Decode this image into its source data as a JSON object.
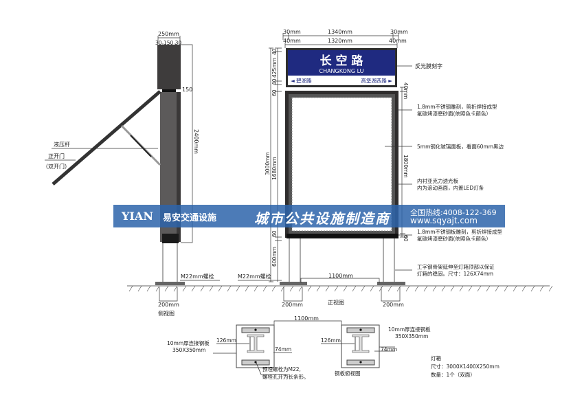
{
  "side_view": {
    "width_total": "250mm",
    "width_parts": "30 150 30",
    "gap": "150",
    "height": "2400mm",
    "hydraulic_rod": "液压杆",
    "door_type": "正开门",
    "door_type_note": "（双开门）",
    "bolt": "M22mm螺栓",
    "base_width": "200mm",
    "caption": "侧视图"
  },
  "front_view": {
    "top_dims": [
      "30mm",
      "1340mm",
      "30mm"
    ],
    "top_dims2": [
      "40mm",
      "1320mm",
      "40mm"
    ],
    "sign": {
      "title": "长 空 路",
      "subtitle": "CHANGKONG LU",
      "left_dir": "◄ 碧湖路",
      "right_dir": "高堡湖西路 ►",
      "color": "#1f2a80"
    },
    "left_dims": [
      "40",
      "425mm",
      "40",
      "60",
      "1680mm",
      "60",
      "600mm",
      "3000mm"
    ],
    "right_dims": [
      "40mm",
      "1800mm",
      "60"
    ],
    "bolt": "M22mm螺栓",
    "span": "1100mm",
    "base_left": "200mm",
    "base_right": "200mm",
    "caption": "正视图"
  },
  "annotations": [
    [
      "反光膜刻字"
    ],
    [
      "1.8mm不锈钢雕刻，剪折焊接成型",
      "氟碳烤漆磨砂面(依照色卡颜色）"
    ],
    [
      "5mm钢化玻璃面板，看面60mm黑边"
    ],
    [
      "内衬亚克力透光板",
      "内为滚动画面，内置LED灯条"
    ],
    [
      "1.8mm不锈钢板雕刻，剪折焊接成型",
      "氟碳烤漆磨砂面(依照色卡颜色）"
    ],
    [
      "工字钢骨架延伸至灯箱顶部以保证",
      "灯箱的稳固。尺寸：126X74mm"
    ]
  ],
  "plan_view": {
    "span": "1100mm",
    "plate_left": [
      "10mm厚连接钢板",
      "350X350mm"
    ],
    "plate_right": [
      "10mm厚连接钢板",
      "350X350mm"
    ],
    "h1": "126mm",
    "h2": "74mm",
    "h1b": "126mm",
    "h2b": "74mm",
    "bolt_note": [
      "预埋螺栓为M22,",
      "螺栓孔开为长条形。"
    ],
    "caption": "钢板俯视图"
  },
  "lightbox": {
    "title": "灯箱",
    "size": "尺寸：3000X1400X250mm",
    "qty": "数量：1个（双面）"
  },
  "banner": {
    "logo": "YIAN",
    "company": "易安交通设施",
    "slogan": "城市公共设施制造商",
    "hotline": "全国热线:4008-122-369",
    "website": "www.sqyajt.com",
    "color": "#2d64aa"
  }
}
